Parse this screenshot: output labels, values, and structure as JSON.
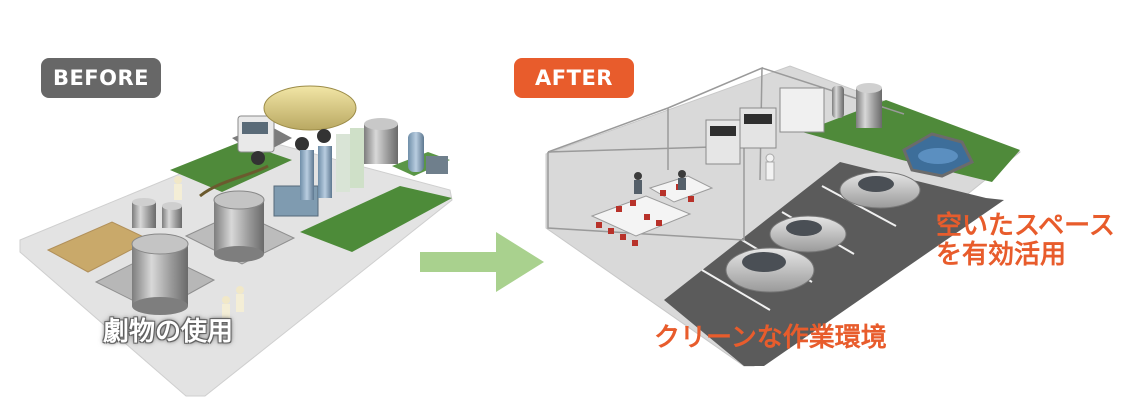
{
  "before": {
    "badge": "BEFORE",
    "caption": "劇物の使用",
    "badge_color": "#676767"
  },
  "after": {
    "badge": "AFTER",
    "caption_work": "クリーンな作業環境",
    "caption_space_line1": "空いたスペース",
    "caption_space_line2": "を有効活用",
    "accent_color": "#e85c2c"
  },
  "arrow": {
    "icon": "right-arrow-icon",
    "color": "#a9d18e"
  }
}
